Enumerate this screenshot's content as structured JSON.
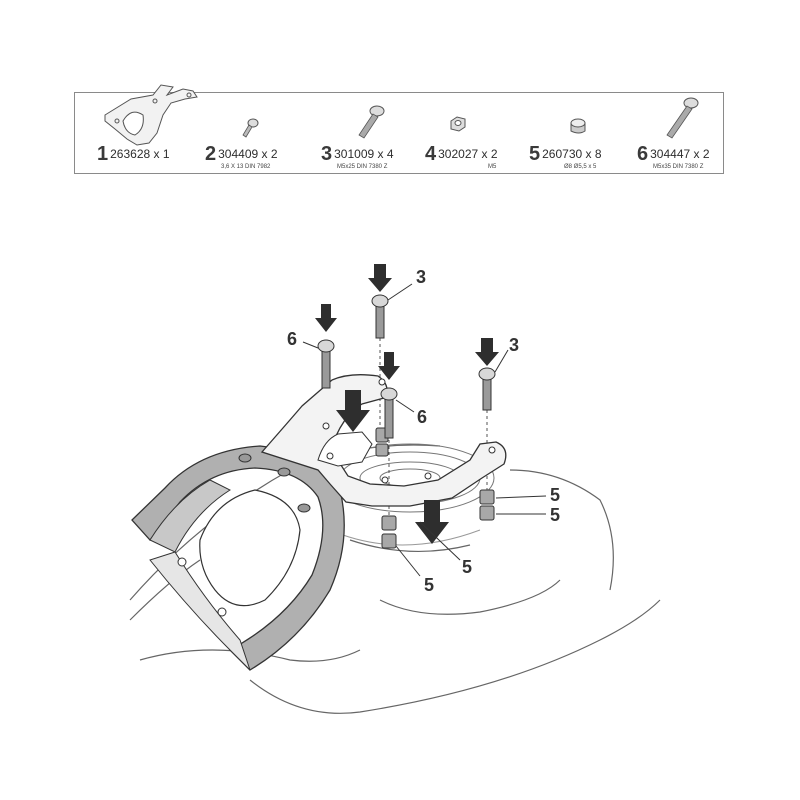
{
  "parts": [
    {
      "num": "1",
      "code": "263628 x 1",
      "spec": "",
      "icon": "bracket-icon"
    },
    {
      "num": "2",
      "code": "304409 x 2",
      "spec": "3,6 X 13 DIN 7982",
      "icon": "small-screw-icon"
    },
    {
      "num": "3",
      "code": "301009 x 4",
      "spec": "M5x25 DIN 7380 Z",
      "icon": "bolt-icon"
    },
    {
      "num": "4",
      "code": "302027 x 2",
      "spec": "M5",
      "icon": "nut-icon"
    },
    {
      "num": "5",
      "code": "260730 x 8",
      "spec": "Ø8 Ø5,5 x 5",
      "icon": "spacer-icon"
    },
    {
      "num": "6",
      "code": "304447 x 2",
      "spec": "M5x35 DIN 7380 Z",
      "icon": "long-bolt-icon"
    }
  ],
  "callouts": [
    "3",
    "6",
    "3",
    "6",
    "5",
    "5",
    "5",
    "5"
  ],
  "colors": {
    "line": "#3a3a3a",
    "bolt": "#9a9a9a",
    "ring": "#a8a8a8",
    "arrow": "#2e2e2e"
  }
}
